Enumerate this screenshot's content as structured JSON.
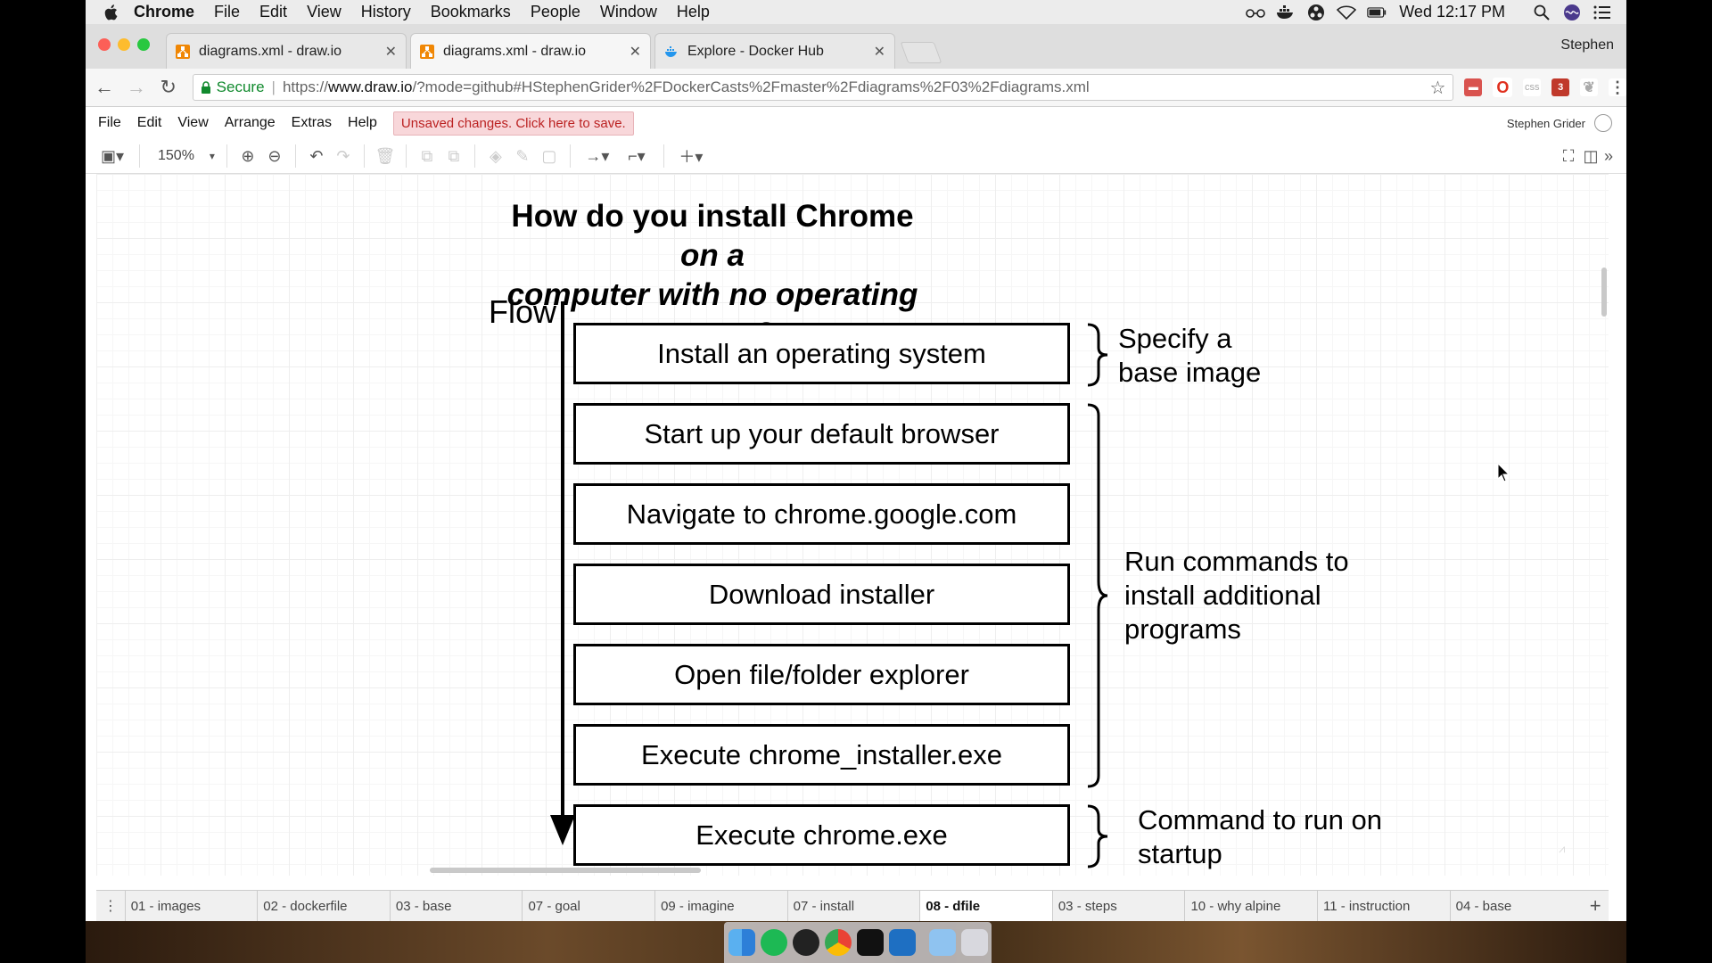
{
  "menubar": {
    "app": "Chrome",
    "items": [
      "File",
      "Edit",
      "View",
      "History",
      "Bookmarks",
      "People",
      "Window",
      "Help"
    ],
    "clock": "Wed 12:17 PM"
  },
  "browser": {
    "tabs": [
      {
        "label": "diagrams.xml - draw.io",
        "active": false
      },
      {
        "label": "diagrams.xml - draw.io",
        "active": true
      },
      {
        "label": "Explore - Docker Hub",
        "active": false
      }
    ],
    "profile": "Stephen",
    "secure_label": "Secure",
    "url_scheme": "https://",
    "url_host": "www.draw.io",
    "url_path": "/?mode=github#HStephenGrider%2FDockerCasts%2Fmaster%2Fdiagrams%2F03%2Fdiagrams.xml",
    "ext_badge": "3",
    "ext_css": "css"
  },
  "drawio": {
    "menu": [
      "File",
      "Edit",
      "View",
      "Arrange",
      "Extras",
      "Help"
    ],
    "unsaved": "Unsaved changes. Click here to save.",
    "user": "Stephen Grider",
    "zoom": "150%"
  },
  "diagram": {
    "title_line1": "How do you install Chrome ",
    "title_italic1": "on a",
    "title_italic2": "computer with no operating system",
    "title_end": "?",
    "flow_label": "Flow",
    "steps": [
      "Install an operating system",
      "Start up your default browser",
      "Navigate to chrome.google.com",
      "Download installer",
      "Open file/folder explorer",
      "Execute chrome_installer.exe",
      "Execute chrome.exe"
    ],
    "notes": {
      "base_line1": "Specify a",
      "base_line2": "base image",
      "run_line1": "Run commands to",
      "run_line2": "install additional",
      "run_line3": "programs",
      "startup_line1": "Command to run on",
      "startup_line2": "startup"
    }
  },
  "sheets": [
    {
      "label": "01 - images",
      "active": false
    },
    {
      "label": "02 - dockerfile",
      "active": false
    },
    {
      "label": "03 - base",
      "active": false
    },
    {
      "label": "07 - goal",
      "active": false
    },
    {
      "label": "09 - imagine",
      "active": false
    },
    {
      "label": "07 - install",
      "active": false
    },
    {
      "label": "08 - dfile",
      "active": true
    },
    {
      "label": "03 - steps",
      "active": false
    },
    {
      "label": "10 - why alpine",
      "active": false
    },
    {
      "label": "11 - instruction",
      "active": false
    },
    {
      "label": "04 - base",
      "active": false
    }
  ],
  "colors": {
    "drawio_accent": "#f08705",
    "docker_blue": "#2496ed",
    "unsaved_text": "#bb2222",
    "secure_green": "#118a2e"
  }
}
